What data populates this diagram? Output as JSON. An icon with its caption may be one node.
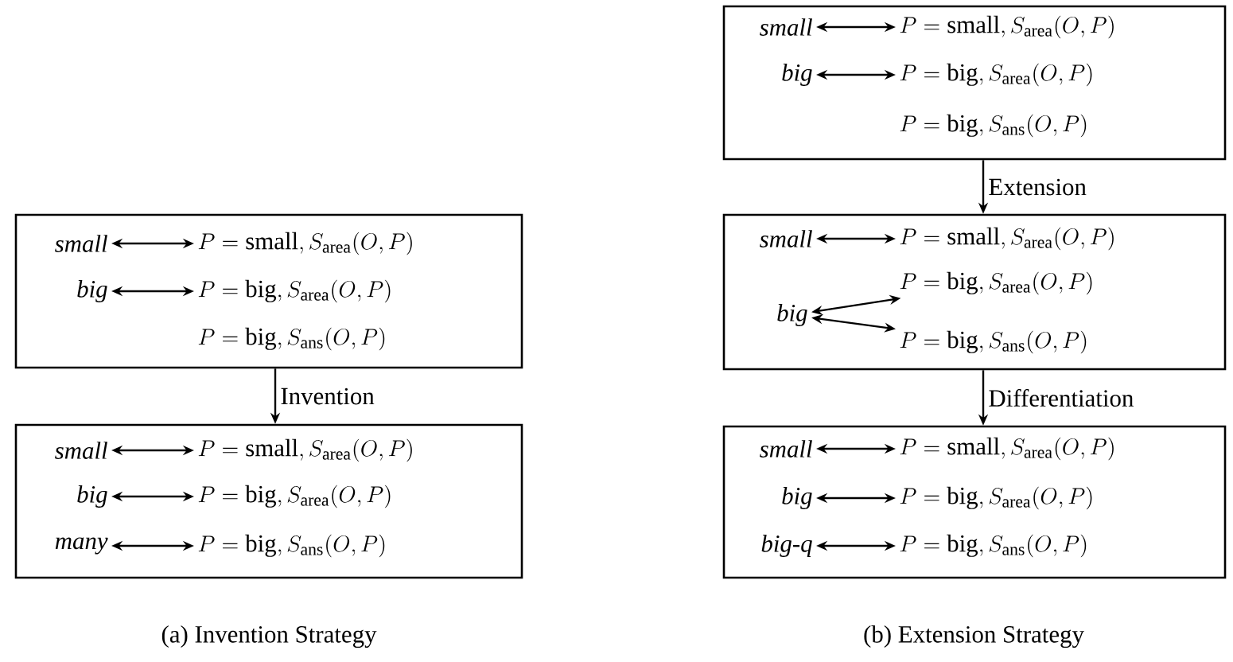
{
  "diagram": {
    "nodes": [
      {
        "text": [],
        "shape": "box"
      },
      {
        "text": [
          "small"
        ],
        "in": 0
      },
      {
        "text": [
          "P = \\mathrm{small}, S_{\\mathrm{area}}(O, P)"
        ],
        "in": 0
      },
      {
        "text": [
          "big"
        ],
        "in": 0
      },
      {
        "text": [
          "P = \\mathrm{big}, S_{\\mathrm{area}}(O, P)"
        ],
        "in": 0
      },
      {
        "text": [
          "P = \\mathrm{big}, S_{\\mathrm{ans}}(O, P)"
        ],
        "in": 0
      },
      {
        "text": [],
        "shape": "box"
      },
      {
        "text": [
          "small"
        ],
        "in": 6
      },
      {
        "text": [
          "P = \\mathrm{small}, S_{\\mathrm{area}}(O, P)"
        ],
        "in": 6
      },
      {
        "text": [
          "big"
        ],
        "in": 6
      },
      {
        "text": [
          "P = \\mathrm{big}, S_{\\mathrm{area}}(O, P)"
        ],
        "in": 6
      },
      {
        "text": [
          "many"
        ],
        "in": 6
      },
      {
        "text": [
          "P = \\mathrm{big}, S_{\\mathrm{ans}}(O, P)"
        ],
        "in": 6
      },
      {
        "text": [],
        "shape": "box"
      },
      {
        "text": [
          "small"
        ],
        "in": 13
      },
      {
        "text": [
          "P = \\mathrm{small}, S_{\\mathrm{area}}(O, P)"
        ],
        "in": 13
      },
      {
        "text": [
          "big"
        ],
        "in": 13
      },
      {
        "text": [
          "P = \\mathrm{big}, S_{\\mathrm{area}}(O, P)"
        ],
        "in": 13
      },
      {
        "text": [
          "P = \\mathrm{big}, S_{\\mathrm{ans}}(O, P)"
        ],
        "in": 13
      },
      {
        "text": [],
        "shape": "box"
      },
      {
        "text": [
          "small"
        ],
        "in": 19
      },
      {
        "text": [
          "P = \\mathrm{small}, S_{\\mathrm{area}}(O, P)"
        ],
        "in": 19
      },
      {
        "text": [
          "big"
        ],
        "in": 19
      },
      {
        "text": [
          "P = \\mathrm{big}, S_{\\mathrm{area}}(O, P)"
        ],
        "in": 19
      },
      {
        "text": [
          "P = \\mathrm{big}, S_{\\mathrm{ans}}(O, P)"
        ],
        "in": 19
      },
      {
        "text": [],
        "shape": "box"
      },
      {
        "text": [
          "small"
        ],
        "in": 25
      },
      {
        "text": [
          "P = \\mathrm{small}, S_{\\mathrm{area}}(O, P)"
        ],
        "in": 25
      },
      {
        "text": [
          "big"
        ],
        "in": 25
      },
      {
        "text": [
          "P = \\mathrm{big}, S_{\\mathrm{area}}(O, P)"
        ],
        "in": 25
      },
      {
        "text": [
          "big-q"
        ],
        "in": 25
      },
      {
        "text": [
          "P = \\mathrm{big}, S_{\\mathrm{ans}}(O, P)"
        ],
        "in": 25
      }
    ],
    "edges": [
      {
        "from": 1,
        "to": 2,
        "arrow": "both"
      },
      {
        "from": 3,
        "to": 4,
        "arrow": "both"
      },
      {
        "from": 0,
        "to": 6,
        "arrow": "to",
        "label": "Invention"
      },
      {
        "from": 7,
        "to": 8,
        "arrow": "both"
      },
      {
        "from": 9,
        "to": 10,
        "arrow": "both"
      },
      {
        "from": 11,
        "to": 12,
        "arrow": "both"
      },
      {
        "from": 14,
        "to": 15,
        "arrow": "both"
      },
      {
        "from": 16,
        "to": 17,
        "arrow": "both"
      },
      {
        "from": 13,
        "to": 19,
        "arrow": "to",
        "label": "Extension"
      },
      {
        "from": 20,
        "to": 21,
        "arrow": "both"
      },
      {
        "from": 22,
        "to": 23,
        "arrow": "both"
      },
      {
        "from": 22,
        "to": 24,
        "arrow": "both"
      },
      {
        "from": 19,
        "to": 25,
        "arrow": "to",
        "label": "Differentiation"
      },
      {
        "from": 26,
        "to": 27,
        "arrow": "both"
      },
      {
        "from": 28,
        "to": 29,
        "arrow": "both"
      },
      {
        "from": 30,
        "to": 31,
        "arrow": "both"
      }
    ],
    "labels": [
      "(a) Invention Strategy",
      "(b) Extension Strategy"
    ]
  }
}
